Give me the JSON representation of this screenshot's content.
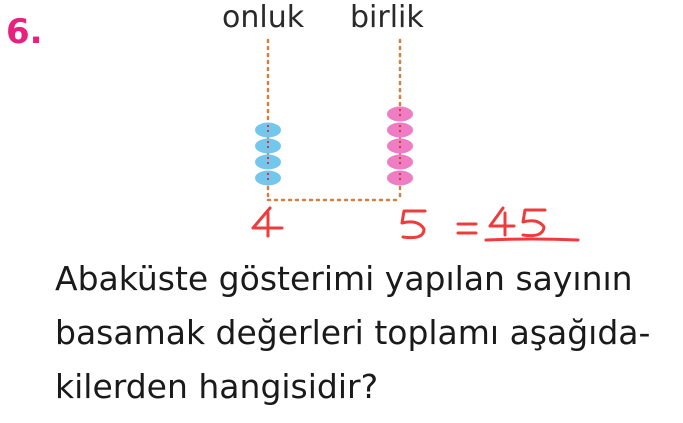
{
  "question_number": "6.",
  "abacus": {
    "tens_label": "onluk",
    "ones_label": "birlik",
    "tens_beads": 4,
    "ones_beads": 5,
    "tens_color": "#74c7ec",
    "ones_color": "#f07cc4",
    "rod_color": "#d08040"
  },
  "handwritten": {
    "tens_digit": "4",
    "ones_digit": "5",
    "equals": "=",
    "result": "45",
    "ink_color": "#ee3b3b"
  },
  "question": {
    "line1": "Abaküste gösterimi yapılan sayının",
    "line2": "basamak değerleri toplamı aşağıda-",
    "line3": "kilerden hangisidir?"
  }
}
